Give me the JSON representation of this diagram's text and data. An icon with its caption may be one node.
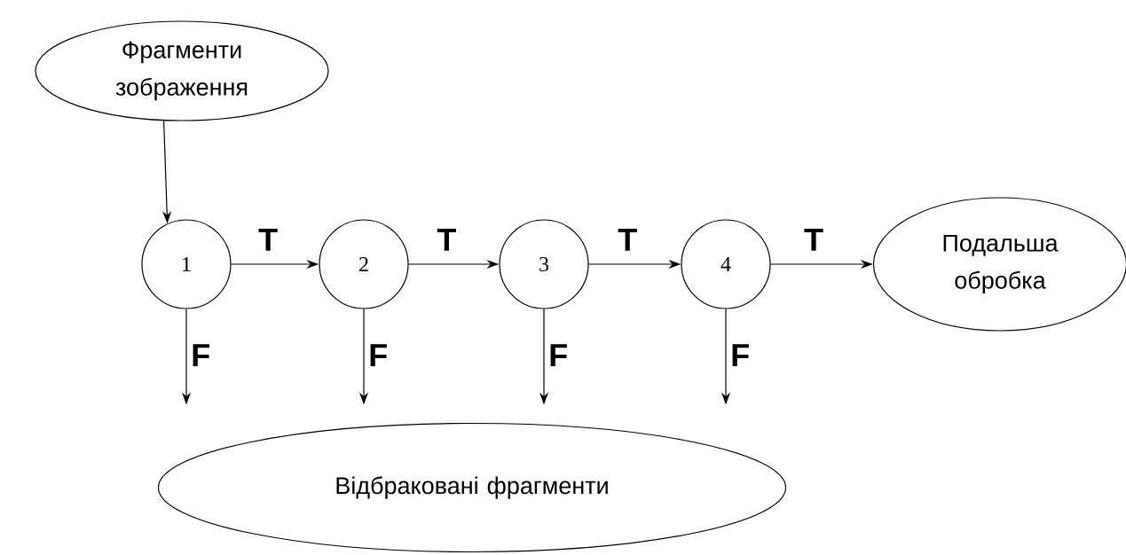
{
  "diagram": {
    "nodes": [
      {
        "text": [
          "Фрагменти зображення"
        ]
      },
      {
        "text": [
          "1"
        ]
      },
      {
        "text": [
          "2"
        ]
      },
      {
        "text": [
          "3"
        ]
      },
      {
        "text": [
          "4"
        ]
      },
      {
        "text": [
          "Подальша обробка"
        ]
      },
      {
        "text": [
          "Відбраковані фрагменти"
        ]
      }
    ],
    "edges": [
      {
        "from": 0,
        "to": 1,
        "arrow": "to"
      },
      {
        "from": 1,
        "to": 2,
        "arrow": "to",
        "label": "T"
      },
      {
        "from": 2,
        "to": 3,
        "arrow": "to",
        "label": "T"
      },
      {
        "from": 3,
        "to": 4,
        "arrow": "to",
        "label": "T"
      },
      {
        "from": 4,
        "to": 5,
        "arrow": "to",
        "label": "T"
      },
      {
        "from": 1,
        "to": null,
        "arrow": "to",
        "label": "F"
      },
      {
        "from": 2,
        "to": null,
        "arrow": "to",
        "label": "F"
      },
      {
        "from": 3,
        "to": null,
        "arrow": "to",
        "label": "F"
      },
      {
        "from": 4,
        "to": null,
        "arrow": "to",
        "label": "F"
      }
    ]
  }
}
